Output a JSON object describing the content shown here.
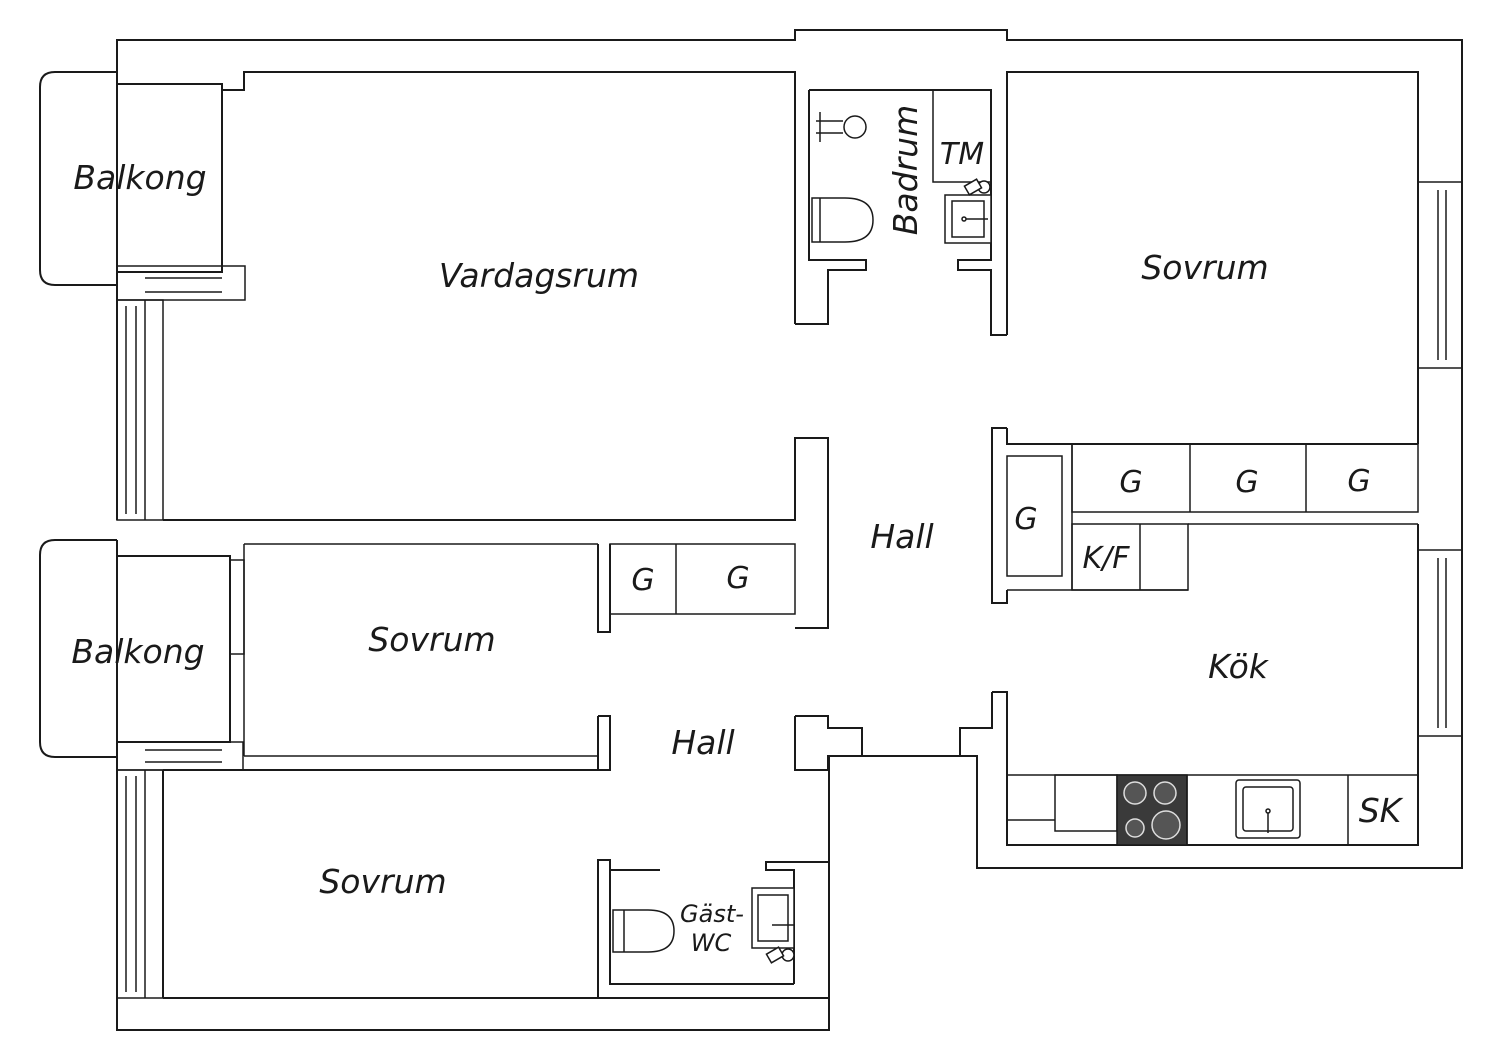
{
  "rooms": {
    "balkong_top": "Balkong",
    "balkong_bottom": "Balkong",
    "vardagsrum": "Vardagsrum",
    "badrum": "Badrum",
    "tm": "TM",
    "sovrum_right": "Sovrum",
    "hall_upper": "Hall",
    "hall_lower": "Hall",
    "sovrum_mid": "Sovrum",
    "sovrum_bottom": "Sovrum",
    "kok": "Kök",
    "kf": "K/F",
    "sk": "SK",
    "gastwc_line1": "Gäst-",
    "gastwc_line2": "WC"
  },
  "wardrobes": {
    "hall_right_1": "G",
    "hall_right_2": "G",
    "hall_right_3": "G",
    "hall_right_4": "G",
    "hall_left_1": "G",
    "hall_left_2": "G"
  },
  "colors": {
    "line": "#1a1a1a",
    "stove": "#3a3a3a"
  }
}
